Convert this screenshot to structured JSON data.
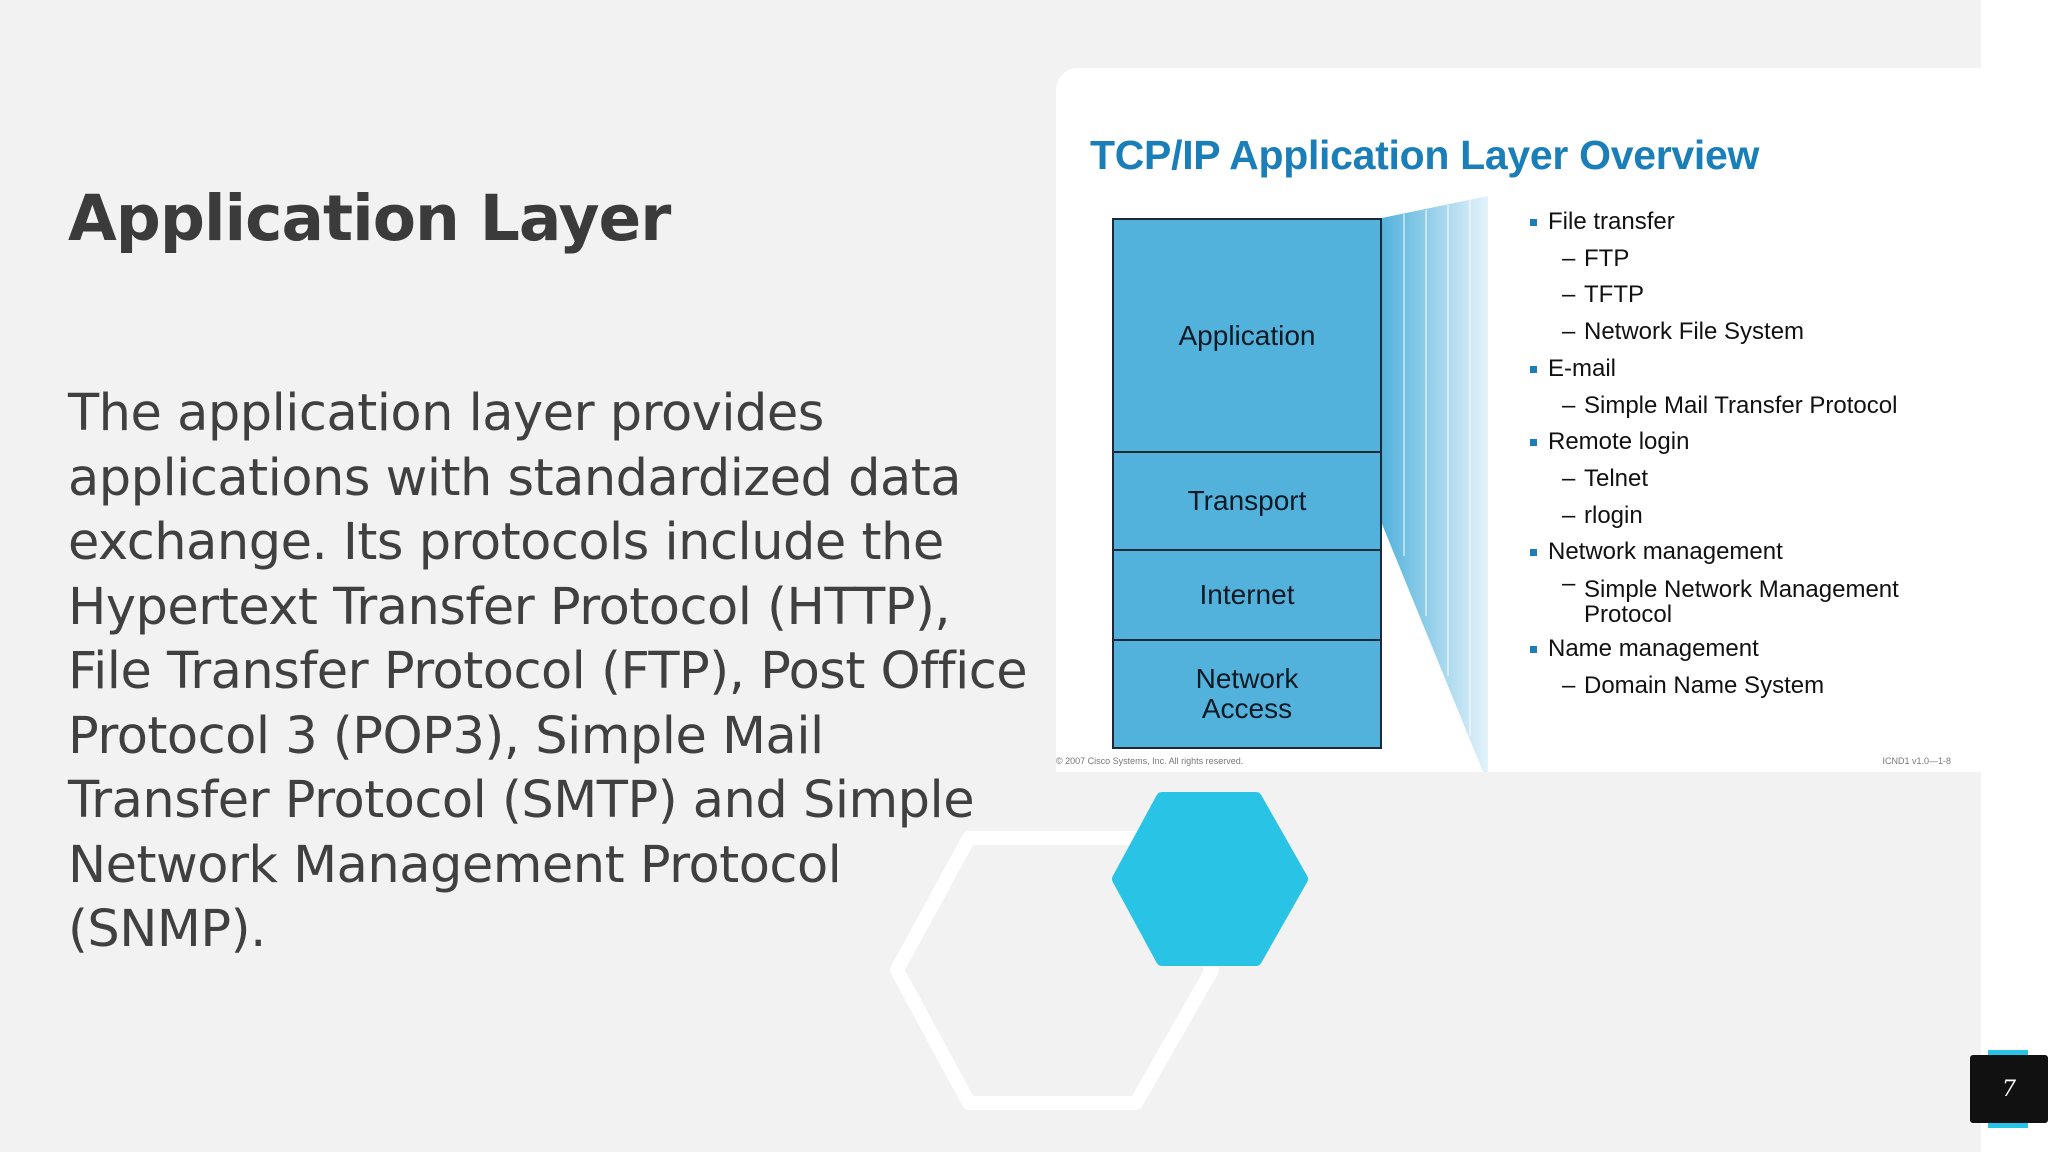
{
  "slide": {
    "title": "Application Layer",
    "body": "The application layer provides applications with standardized data exchange. Its protocols include the Hypertext Transfer Protocol (HTTP), File Transfer Protocol (FTP), Post Office Protocol 3 (POP3), Simple Mail Transfer Protocol (SMTP) and Simple Network Management Protocol (SNMP).",
    "page_number": "7"
  },
  "diagram": {
    "title": "TCP/IP Application Layer Overview",
    "layers": [
      {
        "label": "Application"
      },
      {
        "label": "Transport"
      },
      {
        "label": "Internet"
      },
      {
        "label": "Network\nAccess"
      }
    ],
    "features": [
      {
        "text": "File transfer",
        "level": 0
      },
      {
        "text": "FTP",
        "level": 1
      },
      {
        "text": "TFTP",
        "level": 1
      },
      {
        "text": "Network File System",
        "level": 1
      },
      {
        "text": "E-mail",
        "level": 0
      },
      {
        "text": "Simple Mail Transfer Protocol",
        "level": 1
      },
      {
        "text": "Remote login",
        "level": 0
      },
      {
        "text": "Telnet",
        "level": 1
      },
      {
        "text": "rlogin",
        "level": 1
      },
      {
        "text": "Network management",
        "level": 0
      },
      {
        "text": "Simple Network Management Protocol",
        "level": 1
      },
      {
        "text": "Name management",
        "level": 0
      },
      {
        "text": "Domain Name System",
        "level": 1
      }
    ],
    "copyright": "© 2007 Cisco Systems, Inc. All rights reserved.",
    "slide_code": "ICND1 v1.0—1-8"
  },
  "colors": {
    "accent_cyan": "#29c3e5",
    "layer_blue": "#53b2dc",
    "title_blue": "#1a7fb8"
  }
}
